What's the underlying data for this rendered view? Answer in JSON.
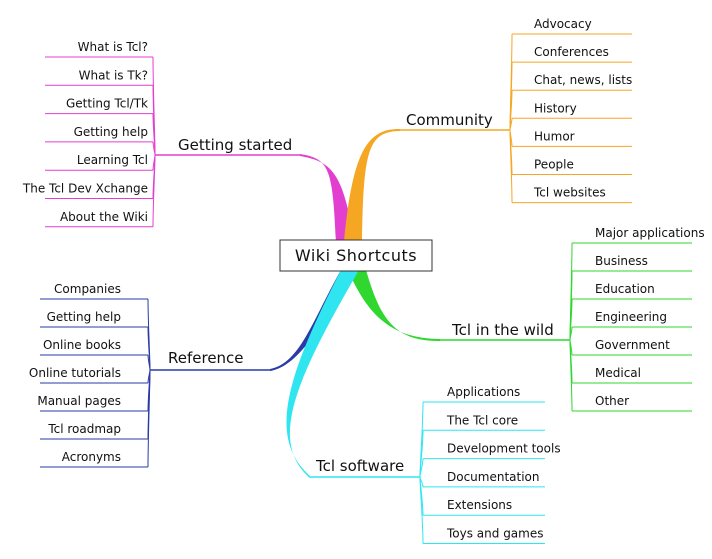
{
  "center": {
    "label": "Wiki Shortcuts"
  },
  "branches": [
    {
      "id": "getting-started",
      "label": "Getting started",
      "color": "#e23fd0",
      "items": [
        "What is Tcl?",
        "What is Tk?",
        "Getting Tcl/Tk",
        "Getting help",
        "Learning Tcl",
        "The Tcl Dev Xchange",
        "About the Wiki"
      ]
    },
    {
      "id": "community",
      "label": "Community",
      "color": "#f5a623",
      "items": [
        "Advocacy",
        "Conferences",
        "Chat, news, lists",
        "History",
        "Humor",
        "People",
        "Tcl websites"
      ]
    },
    {
      "id": "tcl-in-the-wild",
      "label": "Tcl in the wild",
      "color": "#2fd72f",
      "items": [
        "Major applications",
        "Business",
        "Education",
        "Engineering",
        "Government",
        "Medical",
        "Other"
      ]
    },
    {
      "id": "reference",
      "label": "Reference",
      "color": "#2a3aa8",
      "items": [
        "Companies",
        "Getting help",
        "Online books",
        "Online tutorials",
        "Manual pages",
        "Tcl roadmap",
        "Acronyms"
      ]
    },
    {
      "id": "tcl-software",
      "label": "Tcl software",
      "color": "#2fe5f0",
      "items": [
        "Applications",
        "The Tcl core",
        "Development tools",
        "Documentation",
        "Extensions",
        "Toys and games"
      ]
    }
  ]
}
